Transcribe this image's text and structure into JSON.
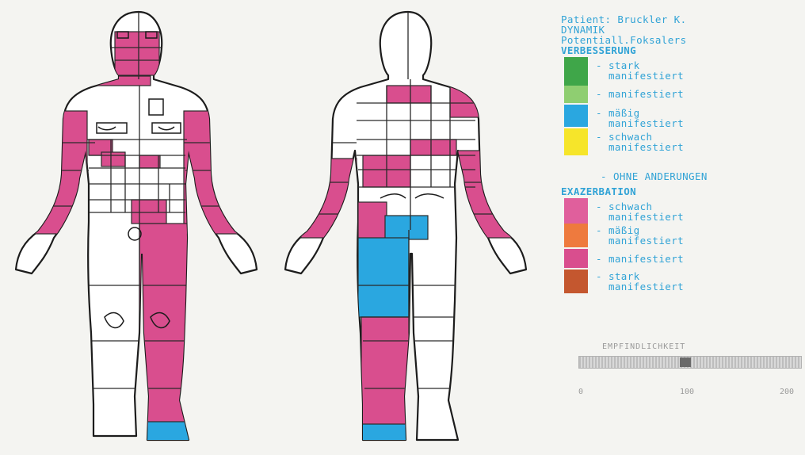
{
  "header": {
    "patient_line": "Patient: Bruckler K.",
    "dynamik": "DYNAMIK",
    "potential": "Potentiall.Foksalers",
    "verbesserung_head": "VERBESSERUNG"
  },
  "verbesserung": [
    {
      "label_lines": [
        "stark",
        "manifestiert"
      ],
      "color": "#3fa649"
    },
    {
      "label_lines": [
        "manifestiert"
      ],
      "color": "#8fce71"
    },
    {
      "label_lines": [
        "mäßig",
        "manifestiert"
      ],
      "color": "#2aa7e0"
    },
    {
      "label_lines": [
        "schwach",
        "manifestiert"
      ],
      "color": "#f6e52a"
    }
  ],
  "ohne_label": "OHNE ANDERUNGEN",
  "exazerbation_head": "EXAZERBATION",
  "exazerbation": [
    {
      "label_lines": [
        "schwach",
        "manifestiert"
      ],
      "color": "#e05f9c"
    },
    {
      "label_lines": [
        "mäßig",
        "manifestiert"
      ],
      "color": "#ee7a3e"
    },
    {
      "label_lines": [
        "manifestiert"
      ],
      "color": "#d94e8e"
    },
    {
      "label_lines": [
        "stark",
        "manifestiert"
      ],
      "color": "#c4572f"
    }
  ],
  "colors": {
    "pink": "#d94e8e",
    "blue": "#2aa7e0",
    "outline": "#1c1c1c",
    "legend_text": "#31a3d6"
  },
  "sensibility": {
    "title": "EMPFINDLICHKEIT",
    "ticks": [
      "0",
      "100",
      "200"
    ],
    "value": 96,
    "max": 200
  }
}
